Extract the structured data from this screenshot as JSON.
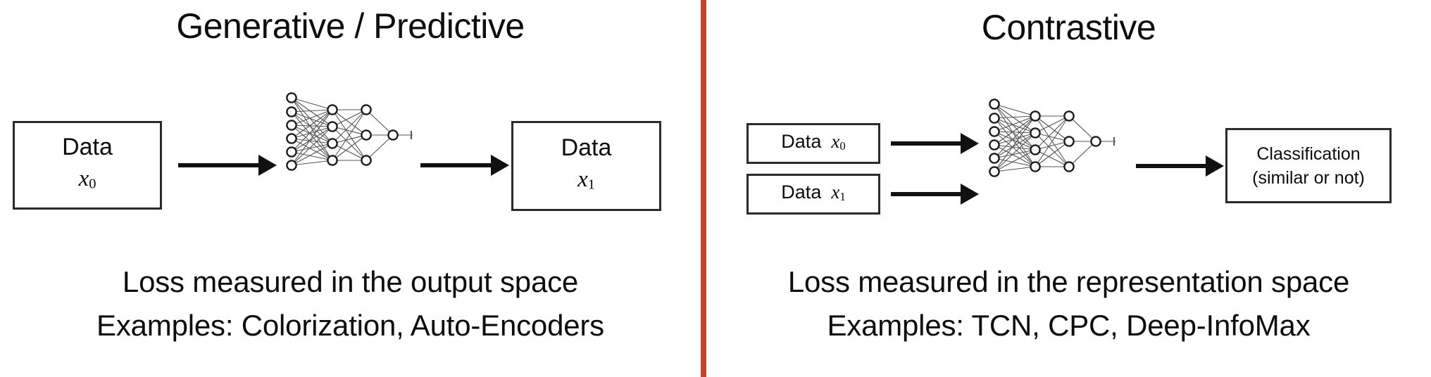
{
  "divider": {
    "color": "#c0442a"
  },
  "panels": [
    {
      "id": "generative-predictive",
      "title": "Generative / Predictive",
      "boxes": {
        "input": {
          "line1": "Data",
          "var_base": "x",
          "var_sub": "0"
        },
        "output": {
          "line1": "Data",
          "var_base": "x",
          "var_sub": "1"
        }
      },
      "network": {
        "type": "mlp",
        "layer_sizes": [
          6,
          4,
          3,
          1
        ],
        "node_fill": "#ffffff",
        "node_stroke": "#1a1a1a",
        "edge_stroke": "#555555"
      },
      "captions": [
        "Loss measured in the output space",
        "Examples: Colorization, Auto-Encoders"
      ]
    },
    {
      "id": "contrastive",
      "title": "Contrastive",
      "boxes": {
        "input_a": {
          "label": "Data",
          "var_base": "x",
          "var_sub": "0"
        },
        "input_b": {
          "label": "Data",
          "var_base": "x",
          "var_sub": "1"
        },
        "output": {
          "line1": "Classification",
          "line2": "(similar or not)"
        }
      },
      "network": {
        "type": "mlp",
        "layer_sizes": [
          6,
          4,
          3,
          1
        ],
        "node_fill": "#ffffff",
        "node_stroke": "#1a1a1a",
        "edge_stroke": "#555555"
      },
      "captions": [
        "Loss measured in the representation space",
        "Examples: TCN, CPC, Deep-InfoMax"
      ]
    }
  ]
}
